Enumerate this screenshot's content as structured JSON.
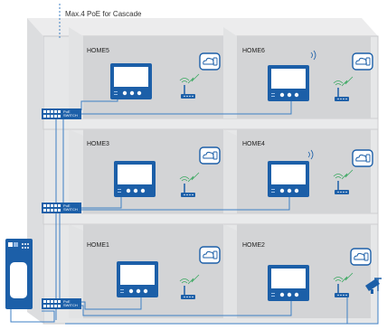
{
  "cascade_note": "Max.4 PoE for Cascade",
  "homes": {
    "home1": "HOME1",
    "home2": "HOME2",
    "home3": "HOME3",
    "home4": "HOME4",
    "home5": "HOME5",
    "home6": "HOME6"
  },
  "switch": {
    "line1": "PoE",
    "line2": "SWITCH"
  },
  "icons": {
    "monitor": "indoor-monitor-icon",
    "router": "wifi-router-icon",
    "phone": "smartphone-cloud-icon",
    "camera": "cctv-camera-icon",
    "door_station": "outdoor-door-station-icon",
    "switch": "poe-switch-icon"
  },
  "colors": {
    "device_blue": "#1c5fa8",
    "cable_blue": "#3d7fc4",
    "room_grey": "#d3d4d6",
    "wall_grey": "#e6e7e8",
    "wifi_green": "#3aa860"
  }
}
